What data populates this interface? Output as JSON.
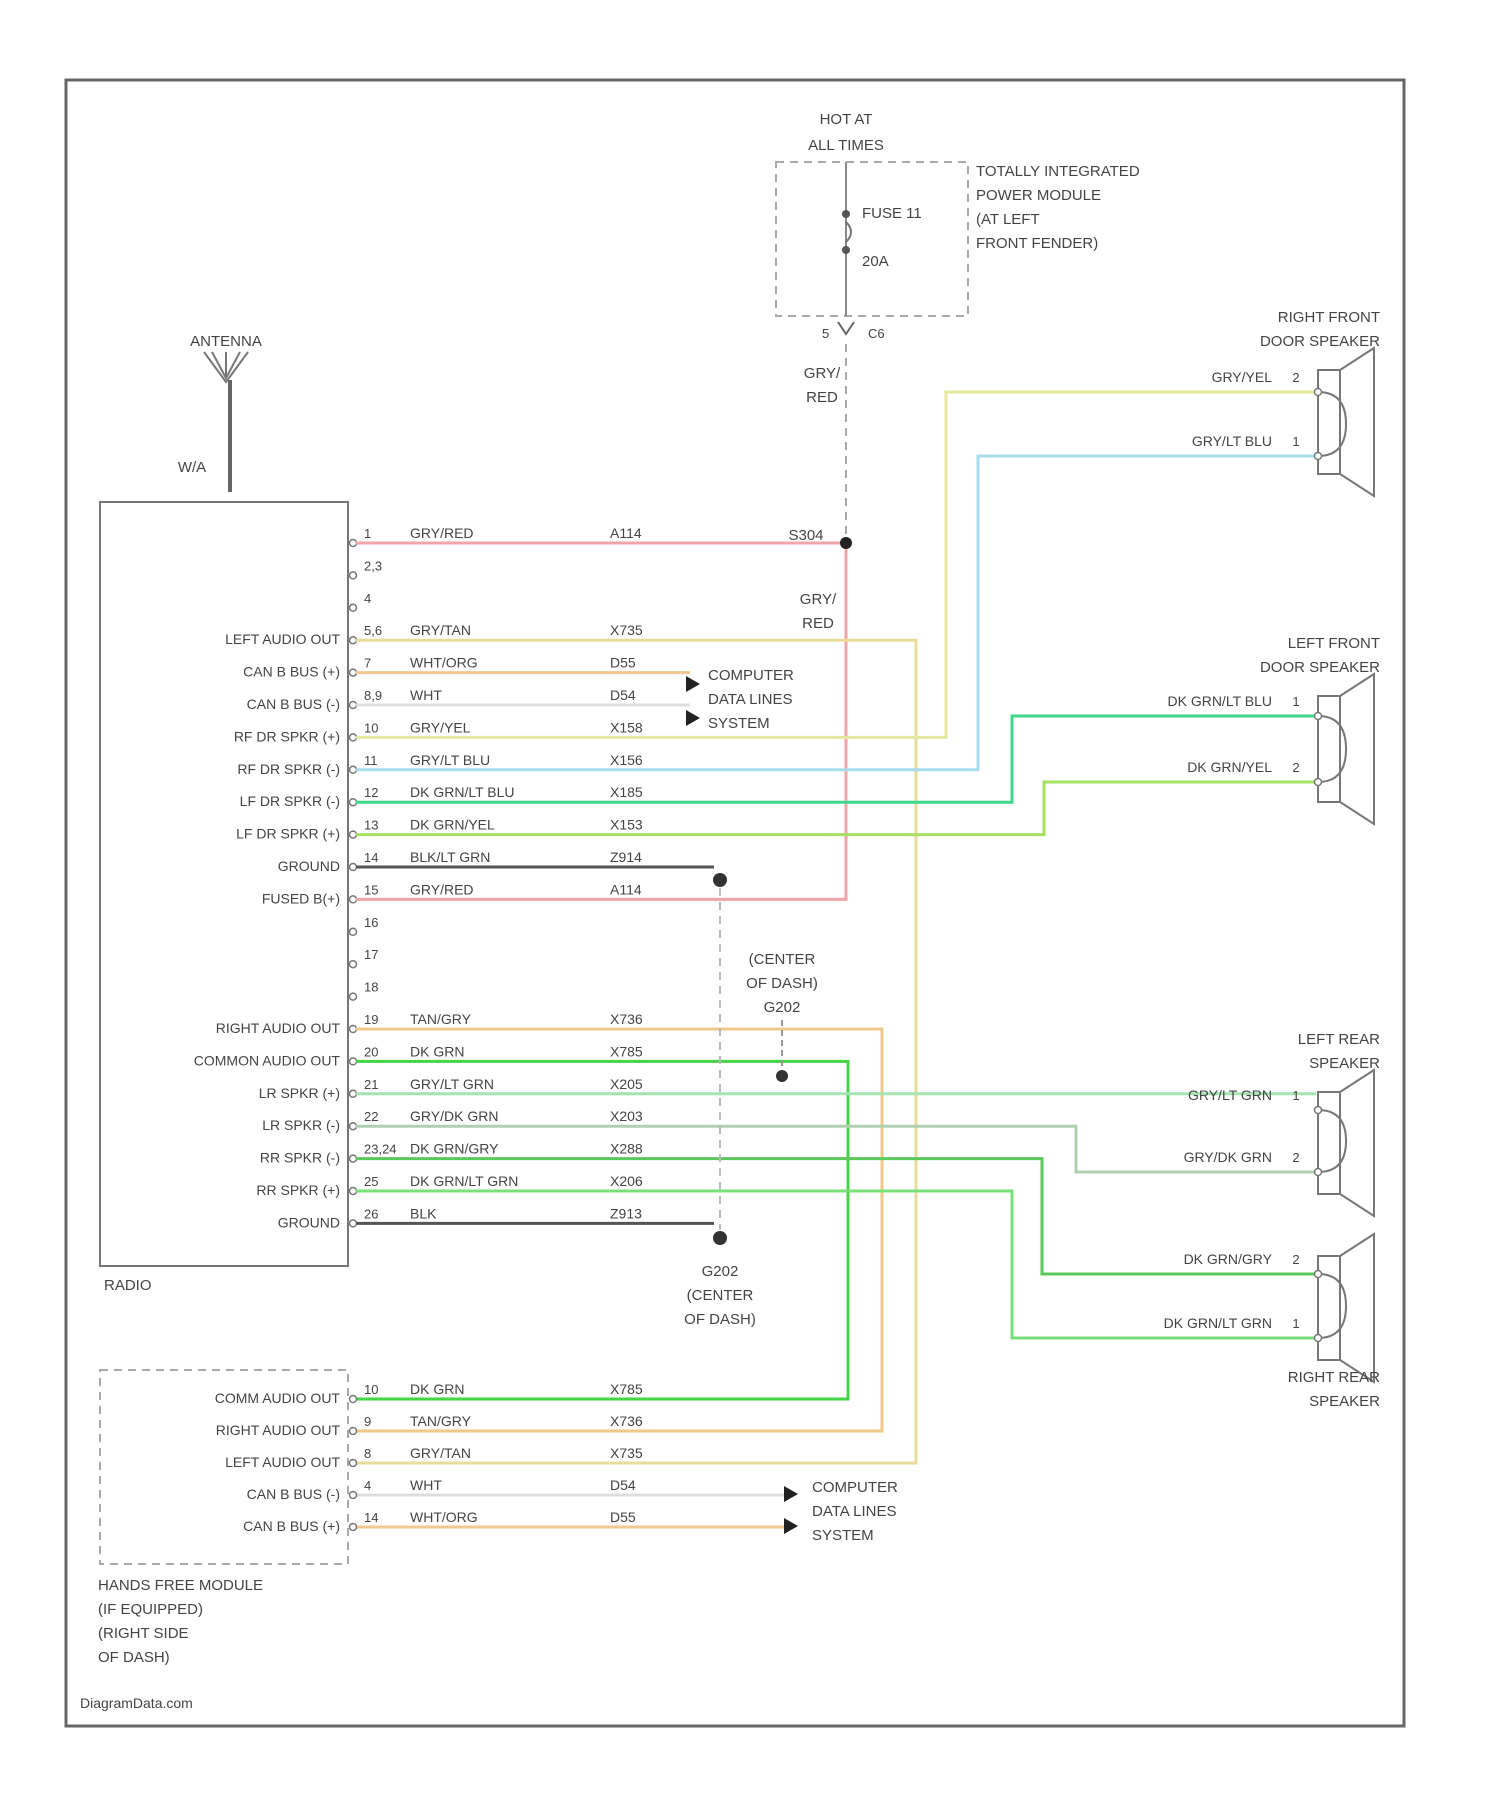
{
  "power_module": {
    "hot_label": [
      "HOT AT",
      "ALL TIMES"
    ],
    "name": [
      "TOTALLY INTEGRATED",
      "POWER MODULE",
      "(AT LEFT",
      "FRONT FENDER)"
    ],
    "fuse": "FUSE 11",
    "amps": "20A",
    "pin": "5",
    "connector": "C6",
    "feed_wire": [
      "GRY/",
      "RED"
    ]
  },
  "antenna": {
    "label": "ANTENNA",
    "cable": "W/A"
  },
  "splice": {
    "id": "S304",
    "wire": [
      "GRY/",
      "RED"
    ]
  },
  "radio": {
    "title": "RADIO",
    "pins": [
      {
        "pin": "1",
        "label": "",
        "wire": "GRY/RED",
        "circuit": "A114"
      },
      {
        "pin": "2,3",
        "label": "",
        "wire": "",
        "circuit": ""
      },
      {
        "pin": "4",
        "label": "",
        "wire": "",
        "circuit": ""
      },
      {
        "pin": "5,6",
        "label": "LEFT AUDIO OUT",
        "wire": "GRY/TAN",
        "circuit": "X735"
      },
      {
        "pin": "7",
        "label": "CAN B BUS (+)",
        "wire": "WHT/ORG",
        "circuit": "D55"
      },
      {
        "pin": "8,9",
        "label": "CAN B BUS (-)",
        "wire": "WHT",
        "circuit": "D54"
      },
      {
        "pin": "10",
        "label": "RF DR SPKR (+)",
        "wire": "GRY/YEL",
        "circuit": "X158"
      },
      {
        "pin": "11",
        "label": "RF DR SPKR (-)",
        "wire": "GRY/LT BLU",
        "circuit": "X156"
      },
      {
        "pin": "12",
        "label": "LF DR SPKR (-)",
        "wire": "DK GRN/LT BLU",
        "circuit": "X185"
      },
      {
        "pin": "13",
        "label": "LF DR SPKR (+)",
        "wire": "DK GRN/YEL",
        "circuit": "X153"
      },
      {
        "pin": "14",
        "label": "GROUND",
        "wire": "BLK/LT GRN",
        "circuit": "Z914"
      },
      {
        "pin": "15",
        "label": "FUSED B(+)",
        "wire": "GRY/RED",
        "circuit": "A114"
      },
      {
        "pin": "16",
        "label": "",
        "wire": "",
        "circuit": ""
      },
      {
        "pin": "17",
        "label": "",
        "wire": "",
        "circuit": ""
      },
      {
        "pin": "18",
        "label": "",
        "wire": "",
        "circuit": ""
      },
      {
        "pin": "19",
        "label": "RIGHT AUDIO OUT",
        "wire": "TAN/GRY",
        "circuit": "X736"
      },
      {
        "pin": "20",
        "label": "COMMON AUDIO OUT",
        "wire": "DK GRN",
        "circuit": "X785"
      },
      {
        "pin": "21",
        "label": "LR SPKR (+)",
        "wire": "GRY/LT GRN",
        "circuit": "X205"
      },
      {
        "pin": "22",
        "label": "LR SPKR (-)",
        "wire": "GRY/DK GRN",
        "circuit": "X203"
      },
      {
        "pin": "23,24",
        "label": "RR SPKR (-)",
        "wire": "DK GRN/GRY",
        "circuit": "X288"
      },
      {
        "pin": "25",
        "label": "RR SPKR (+)",
        "wire": "DK GRN/LT GRN",
        "circuit": "X206"
      },
      {
        "pin": "26",
        "label": "GROUND",
        "wire": "BLK",
        "circuit": "Z913"
      }
    ]
  },
  "ground_upper": [
    "(CENTER",
    "OF DASH)",
    "G202"
  ],
  "ground_lower": [
    "G202",
    "(CENTER",
    "OF DASH)"
  ],
  "computer_data": [
    "COMPUTER",
    "DATA LINES",
    "SYSTEM"
  ],
  "speakers": {
    "rf": {
      "name": [
        "RIGHT FRONT",
        "DOOR SPEAKER"
      ],
      "wires": [
        {
          "wire": "GRY/YEL",
          "pin": "2"
        },
        {
          "wire": "GRY/LT BLU",
          "pin": "1"
        }
      ]
    },
    "lf": {
      "name": [
        "LEFT FRONT",
        "DOOR SPEAKER"
      ],
      "wires": [
        {
          "wire": "DK GRN/LT BLU",
          "pin": "1"
        },
        {
          "wire": "DK GRN/YEL",
          "pin": "2"
        }
      ]
    },
    "lr": {
      "name": [
        "LEFT REAR",
        "SPEAKER"
      ],
      "wires": [
        {
          "wire": "GRY/LT GRN",
          "pin": "1"
        },
        {
          "wire": "GRY/DK GRN",
          "pin": "2"
        }
      ]
    },
    "rr": {
      "name": [
        "RIGHT REAR",
        "SPEAKER"
      ],
      "wires": [
        {
          "wire": "DK GRN/GRY",
          "pin": "2"
        },
        {
          "wire": "DK GRN/LT GRN",
          "pin": "1"
        }
      ]
    }
  },
  "hfm": {
    "name": [
      "HANDS FREE MODULE",
      "(IF EQUIPPED)",
      "(RIGHT SIDE",
      "OF DASH)"
    ],
    "pins": [
      {
        "pin": "10",
        "label": "COMM AUDIO OUT",
        "wire": "DK GRN",
        "circuit": "X785"
      },
      {
        "pin": "9",
        "label": "RIGHT AUDIO OUT",
        "wire": "TAN/GRY",
        "circuit": "X736"
      },
      {
        "pin": "8",
        "label": "LEFT AUDIO OUT",
        "wire": "GRY/TAN",
        "circuit": "X735"
      },
      {
        "pin": "4",
        "label": "CAN B BUS (-)",
        "wire": "WHT",
        "circuit": "D54"
      },
      {
        "pin": "14",
        "label": "CAN B BUS (+)",
        "wire": "WHT/ORG",
        "circuit": "D55"
      }
    ]
  },
  "footer": "DiagramData.com",
  "colors": {
    "gry_red": "#f0a4a8",
    "gry_tan": "#e8dc9a",
    "wht_org": "#f3c890",
    "wht": "#dddddd",
    "gry_yel": "#e4e8a0",
    "gry_ltblu": "#a8dcec",
    "dkgrn_ltblu": "#3ed88c",
    "dkgrn_yel": "#a6e060",
    "ground": "#555555",
    "tan_gry": "#f0c888",
    "dkgrn": "#44d444",
    "gry_ltgrn": "#a4e4b0",
    "gry_dkgrn": "#b0d0b0",
    "dkgrn_gry": "#5cc85c",
    "dkgrn_ltgrn": "#78e078"
  }
}
